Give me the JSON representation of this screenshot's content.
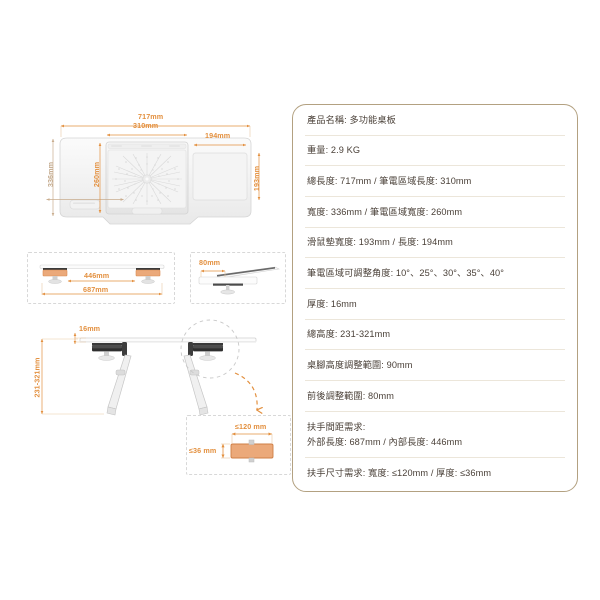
{
  "page": {
    "background": "#ffffff",
    "accent_orange": "#e3903f",
    "panel_border": "#b3a181",
    "text_color": "#4a4038",
    "clamp_fill": "#eba97a"
  },
  "spec_panel": {
    "name": "product-specification-panel",
    "rows": [
      {
        "lines": [
          "產品名稱: 多功能桌板"
        ]
      },
      {
        "lines": [
          "重量: 2.9 KG"
        ]
      },
      {
        "lines": [
          "總長度: 717mm / 筆電區域長度: 310mm"
        ]
      },
      {
        "lines": [
          "寬度: 336mm / 筆電區域寬度: 260mm"
        ]
      },
      {
        "lines": [
          "滑鼠墊寬度: 193mm / 長度: 194mm"
        ]
      },
      {
        "lines": [
          "筆電區域可調整角度:  10°、25°、30°、35°、40°"
        ]
      },
      {
        "lines": [
          "厚度: 16mm"
        ]
      },
      {
        "lines": [
          "總高度: 231-321mm"
        ]
      },
      {
        "lines": [
          "桌腳高度調整範圍: 90mm"
        ]
      },
      {
        "lines": [
          "前後調整範圍: 80mm"
        ]
      },
      {
        "lines": [
          "扶手間距需求:",
          "外部長度:  687mm / 內部長度:  446mm"
        ]
      },
      {
        "lines": [
          "扶手尺寸需求: 寬度:  ≤120mm / 厚度:  ≤36mm"
        ]
      }
    ]
  },
  "top_view": {
    "name": "desk-top-view-diagram",
    "labels": {
      "total_length": "717mm",
      "laptop_length": "310mm",
      "mousepad_length": "194mm",
      "total_width": "336mm",
      "laptop_width": "260mm",
      "mousepad_width": "193mm"
    }
  },
  "front_view": {
    "name": "armrest-spacing-diagram",
    "labels": {
      "inner": "446mm",
      "outer": "687mm"
    }
  },
  "side_detail_view": {
    "name": "front-back-adjust-diagram",
    "labels": {
      "depth_adjust": "80mm"
    }
  },
  "side_view": {
    "name": "desk-side-view-diagram",
    "labels": {
      "thickness": "16mm",
      "height_range": "231-321mm"
    }
  },
  "clamp_detail": {
    "name": "armrest-clamp-detail-diagram",
    "labels": {
      "width": "≤120 mm",
      "thickness": "≤36 mm"
    }
  }
}
